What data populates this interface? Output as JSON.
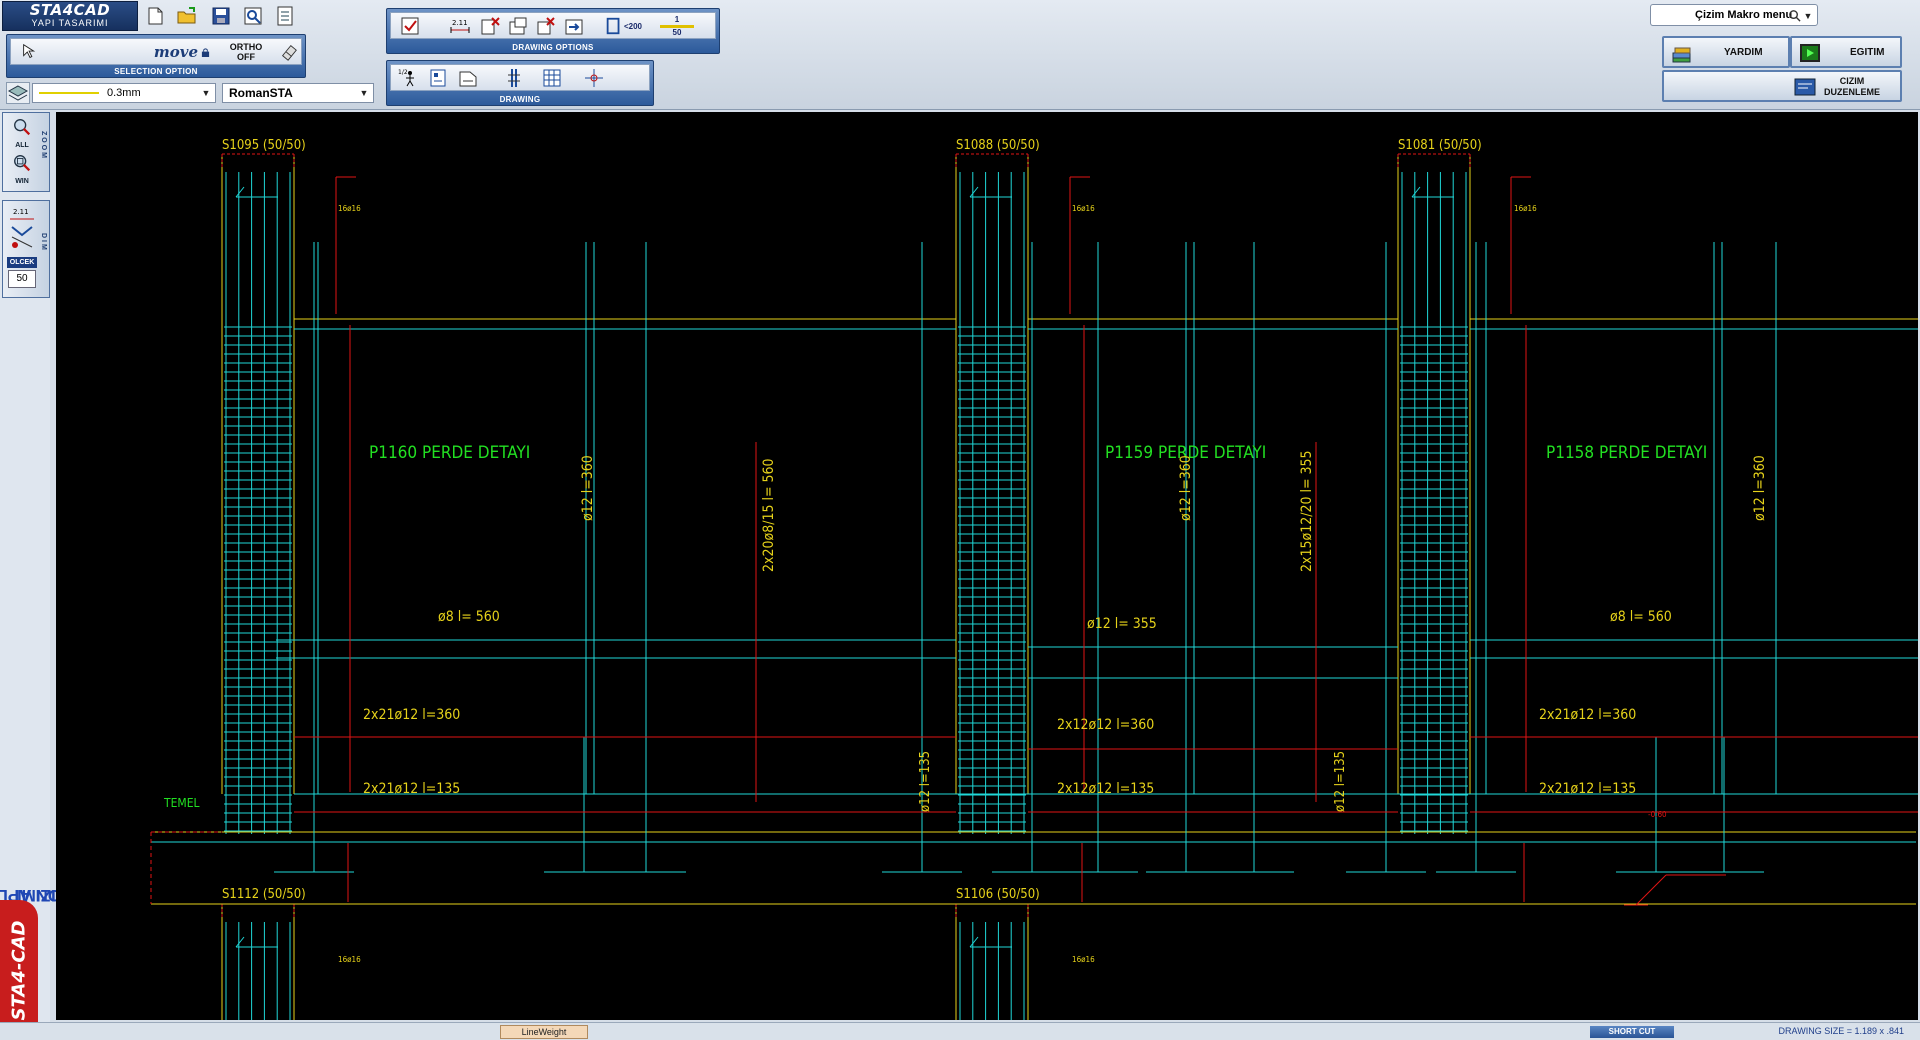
{
  "app": {
    "logo_title": "STA4CAD",
    "logo_subtitle": "YAPI TASARIMI"
  },
  "selection_option": {
    "caption": "SELECTION OPTION",
    "move_label": "move",
    "ortho_label": "ORTHO",
    "ortho_state": "OFF"
  },
  "drawing_options": {
    "caption": "DRAWING OPTIONS",
    "scale_top": "1",
    "scale_bottom": "50",
    "limit_label": "<200"
  },
  "drawing": {
    "caption": "DRAWING"
  },
  "layer": {
    "lineweight_value": "0.3mm",
    "font_value": "RomanSTA"
  },
  "macro": {
    "placeholder": "Çizim Makro menu"
  },
  "right_buttons": {
    "help": "YARDIM",
    "training": "EGITIM",
    "edit_line1": "CIZIM",
    "edit_line2": "DUZENLEME"
  },
  "left_panel": {
    "zoom_all": "ALL",
    "zoom_win": "WIN",
    "zoom_label": "ZOOM",
    "dim_label": "DIM",
    "scale_label": "OLCEK",
    "scale_value": "50",
    "title_line1": "KOLON APLIKASYON",
    "title_line2": "CIZIMI",
    "brand": "STA4-CAD"
  },
  "status": {
    "lineweight": "LineWeight",
    "shortcut": "SHORT CUT",
    "drawing_size": "DRAWING SIZE = 1.189 x .841"
  },
  "drawing_labels": {
    "col_1": "S1095 (50/50)",
    "col_2": "S1088 (50/50)",
    "col_3": "S1081 (50/50)",
    "col_4": "S1112 (50/50)",
    "col_5": "S1106 (50/50)",
    "wall_1": "P1160 PERDE DETAYI",
    "wall_2": "P1159 PERDE DETAYI",
    "wall_3": "P1158 PERDE DETAYI",
    "bar_phi8_560": "ø8 l= 560",
    "bar_phi12_355": "ø12 l= 355",
    "bar_2x21_360": "2x21ø12 l=360",
    "bar_2x12_360": "2x12ø12 l=360",
    "bar_2x21_135": "2x21ø12 l=135",
    "bar_2x12_135": "2x12ø12 l=135",
    "bar_phi12_360": "ø12 l=360",
    "bar_phi12_135": "ø12 l=135",
    "bar_2x20_phi8": "2x20ø8/15 l= 560",
    "bar_2x15_phi12": "2x15ø12/20 l= 355",
    "stirrup_note": "16ø16",
    "temel": "TEMEL",
    "elev_label": "-0.60"
  },
  "colors": {
    "canvas_bg": "#000000",
    "yellow": "#e6d21a",
    "cyan": "#20d8d8",
    "red": "#e01515",
    "green": "#22e022",
    "panel_blue": "#2c5a9b"
  }
}
